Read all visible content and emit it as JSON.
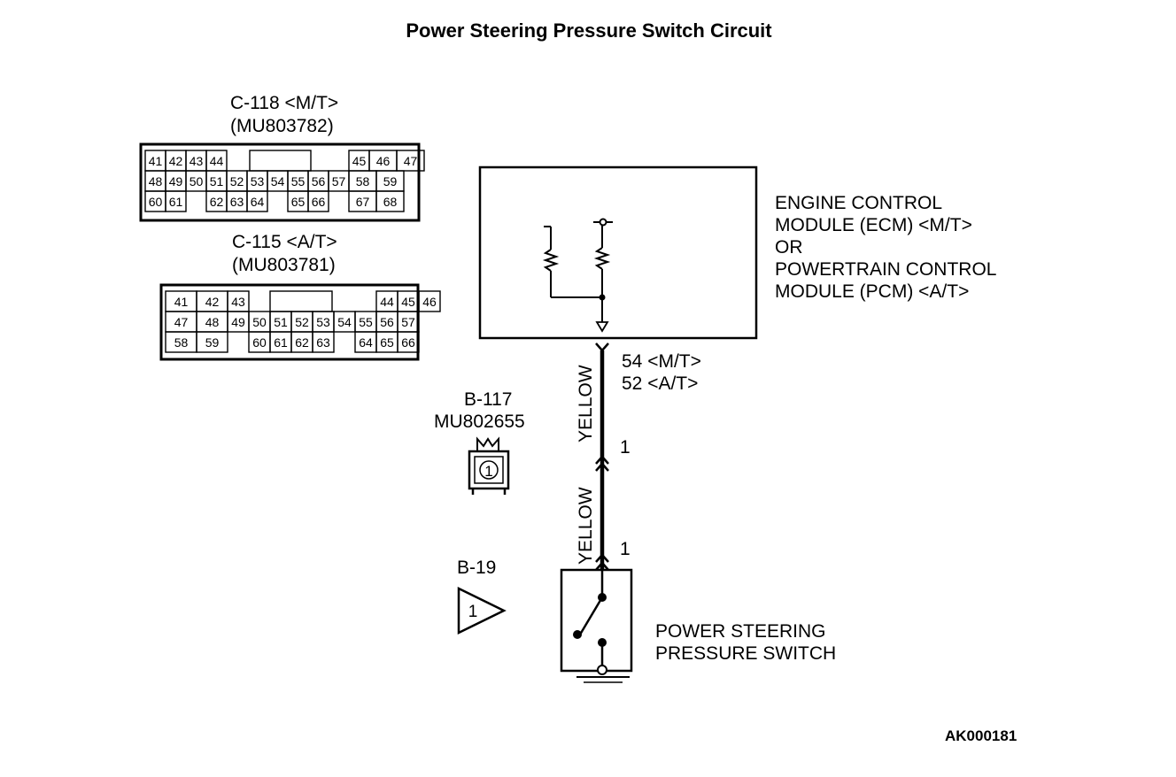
{
  "title": "Power Steering Pressure Switch Circuit",
  "figure_id": "AK000181",
  "connector_c118": {
    "name": "C-118 <M/T>",
    "part": "(MU803782)",
    "rows": [
      [
        "41",
        "42",
        "43",
        "44",
        "",
        "",
        "",
        "",
        "",
        "",
        "45",
        "46",
        "47"
      ],
      [
        "48",
        "49",
        "50",
        "51",
        "52",
        "53",
        "54",
        "55",
        "56",
        "57",
        "58",
        "59"
      ],
      [
        "60",
        "61",
        "",
        "62",
        "63",
        "64",
        "",
        "65",
        "66",
        "",
        "67",
        "68"
      ]
    ]
  },
  "connector_c115": {
    "name": "C-115 <A/T>",
    "part": "(MU803781)",
    "rows": [
      [
        "41",
        "42",
        "43",
        "",
        "",
        "",
        "",
        "",
        "",
        "44",
        "45",
        "46"
      ],
      [
        "47",
        "48",
        "49",
        "50",
        "51",
        "52",
        "53",
        "54",
        "55",
        "56",
        "57"
      ],
      [
        "58",
        "59",
        "",
        "60",
        "61",
        "62",
        "63",
        "",
        "64",
        "65",
        "66"
      ]
    ]
  },
  "module": {
    "line1": "ENGINE CONTROL",
    "line2": "MODULE (ECM) <M/T>",
    "line3": "OR",
    "line4": "POWERTRAIN CONTROL",
    "line5": "MODULE (PCM) <A/T>"
  },
  "module_pin": {
    "mt": "54 <M/T>",
    "at": "52 <A/T>"
  },
  "wire_color": "YELLOW",
  "connector_b117": {
    "name": "B-117",
    "part": "MU802655",
    "pin": "1",
    "terminal_label": "1"
  },
  "connector_b19": {
    "name": "B-19",
    "pin": "1",
    "terminal_label": "1"
  },
  "switch": {
    "line1": "POWER STEERING",
    "line2": "PRESSURE SWITCH"
  }
}
